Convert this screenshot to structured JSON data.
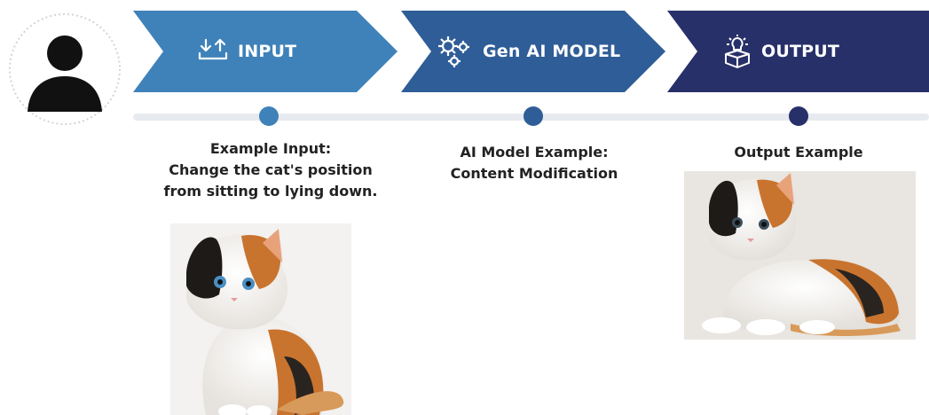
{
  "steps": [
    {
      "label": "INPUT",
      "icon": "import-arrows-icon",
      "color": "#3f82b9"
    },
    {
      "label": "Gen AI MODEL",
      "icon": "gears-icon",
      "color": "#2f5d97"
    },
    {
      "label": "OUTPUT",
      "icon": "lightbulb-box-icon",
      "color": "#28306a"
    }
  ],
  "captions": {
    "input": [
      "Example Input:",
      "Change the cat's position",
      "from sitting to lying down."
    ],
    "model": [
      "AI Model Example:",
      "Content Modification"
    ],
    "output": [
      "Output Example"
    ]
  },
  "images": {
    "input": {
      "subject": "sitting-calico-kitten"
    },
    "output": {
      "subject": "lying-calico-kitten"
    }
  },
  "user": {
    "icon": "user-avatar-icon"
  }
}
